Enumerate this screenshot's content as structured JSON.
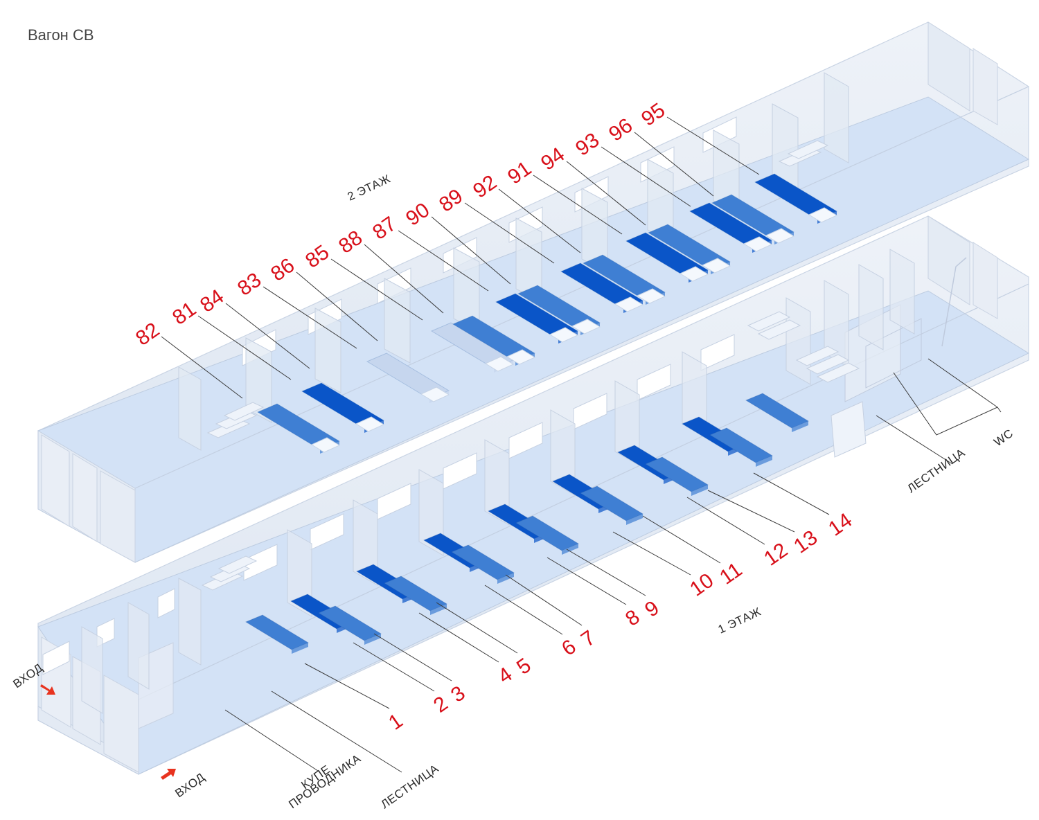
{
  "title": "Вагон СВ",
  "floors": {
    "upper": "2 ЭТАЖ",
    "lower": "1 ЭТАЖ"
  },
  "labels": {
    "entrance": "ВХОД",
    "conductor_line1": "КУПЕ",
    "conductor_line2": "ПРОВОДНИКА",
    "stairs": "ЛЕСТНИЦА",
    "wc": "WC"
  },
  "colors": {
    "seat_label": "#d8101a",
    "berth_dark": "#0a55c8",
    "berth_mid": "#3f7fd3",
    "berth_light": "#c6d6ee",
    "floor": "#cfe0f5",
    "wall": "#e6ecf5",
    "arrow": "#e8331f"
  },
  "upper_seats": [
    "82",
    "81",
    "84",
    "83",
    "86",
    "85",
    "88",
    "87",
    "90",
    "89",
    "92",
    "91",
    "94",
    "93",
    "96",
    "95"
  ],
  "lower_seats": [
    "1",
    "2",
    "3",
    "4",
    "5",
    "6",
    "7",
    "8",
    "9",
    "10",
    "11",
    "12",
    "13",
    "14"
  ]
}
